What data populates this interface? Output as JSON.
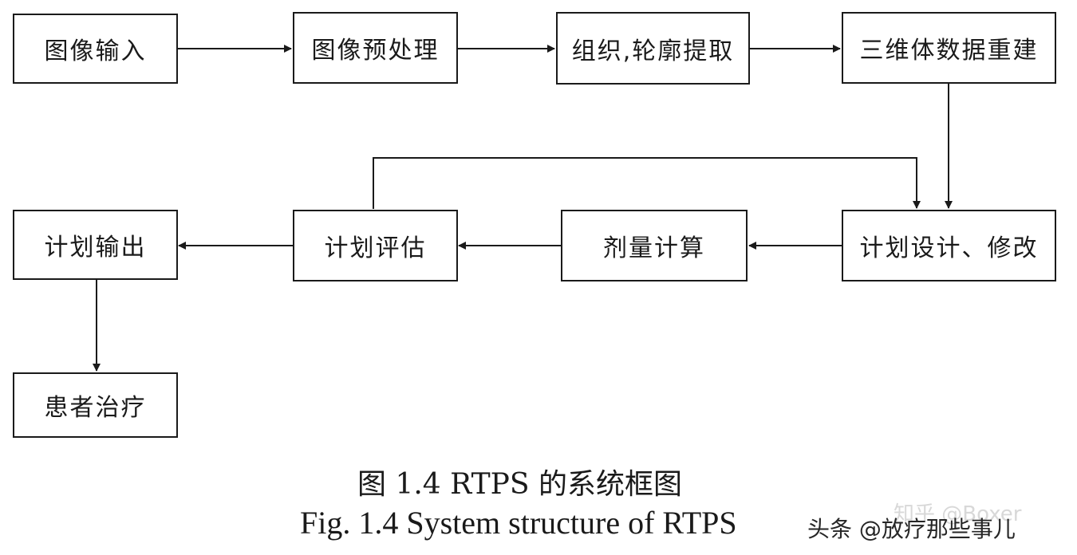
{
  "nodes": {
    "image_input": "图像输入",
    "image_preprocess": "图像预处理",
    "tissue_contour": "组织,轮廓提取",
    "reconstruction_3d": "三维体数据重建",
    "plan_design": "计划设计、修改",
    "dose_calc": "剂量计算",
    "plan_eval": "计划评估",
    "plan_output": "计划输出",
    "patient_treatment": "患者治疗"
  },
  "caption": {
    "zh": "图 1.4 RTPS 的系统框图",
    "en": "Fig. 1.4 System structure of RTPS"
  },
  "watermark": {
    "faint": "知乎 @Boxer",
    "main": "头条 @放疗那些事儿"
  },
  "colors": {
    "line": "#1a1a1a",
    "background": "#ffffff"
  }
}
